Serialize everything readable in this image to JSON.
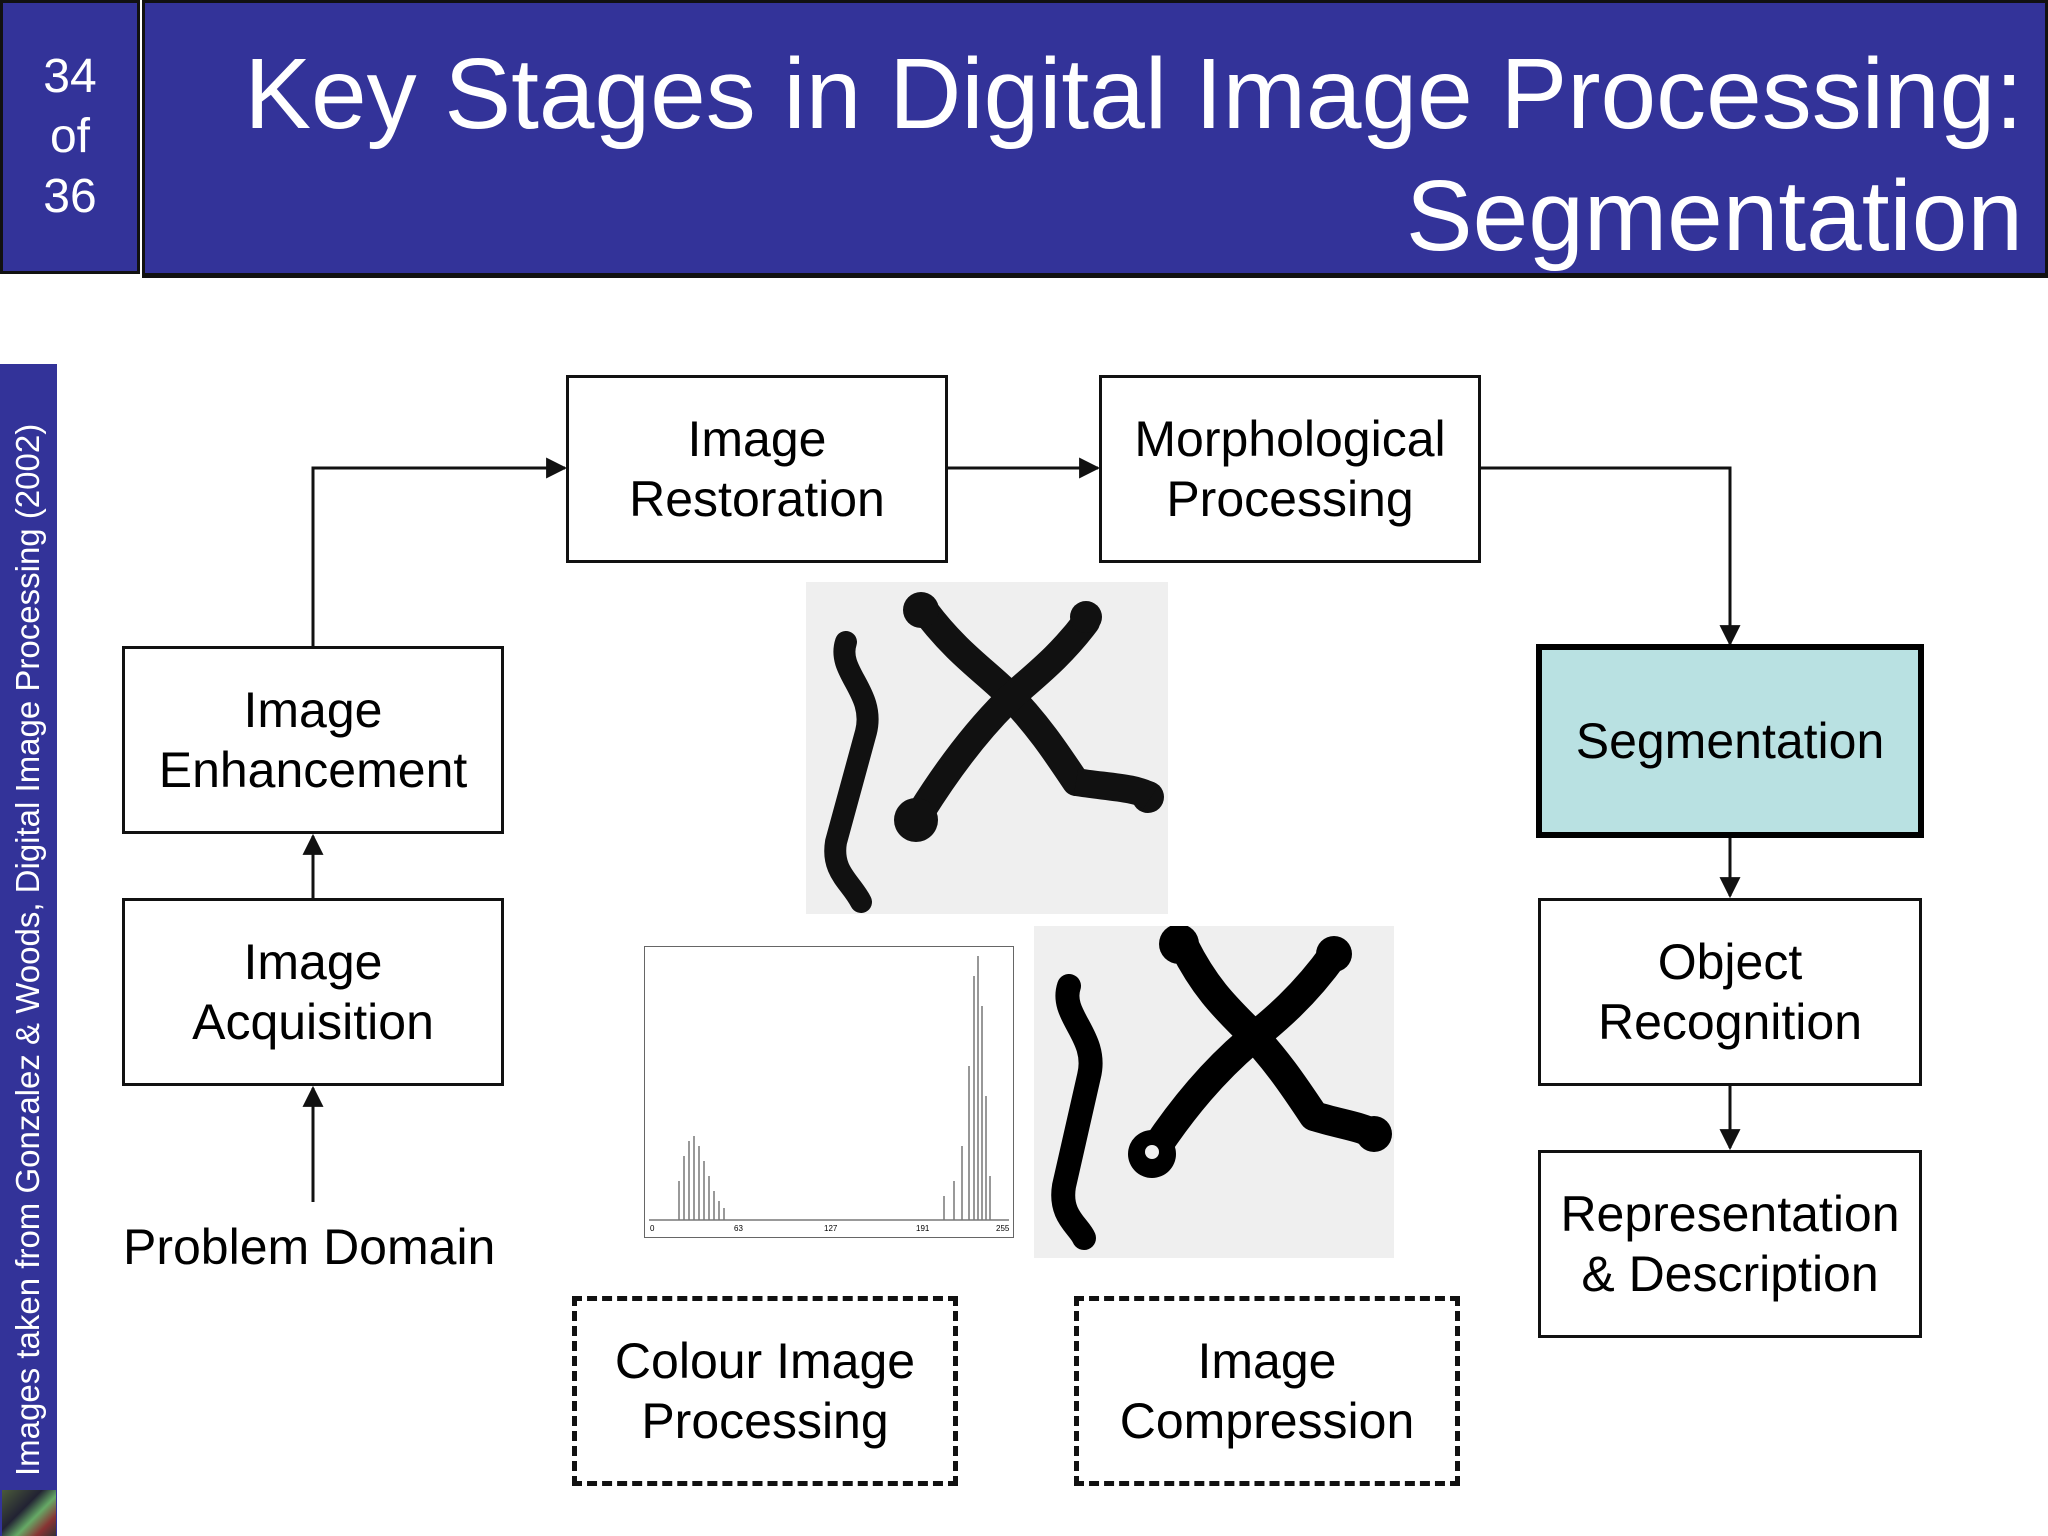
{
  "slide": {
    "number_current": "34",
    "number_of": "of",
    "number_total": "36",
    "title_line1": "Key Stages in Digital Image Processing:",
    "title_line2": "Segmentation",
    "side_caption": "Images taken from Gonzalez & Woods, Digital Image Processing (2002)"
  },
  "diagram": {
    "image_restoration": [
      "Image",
      "Restoration"
    ],
    "morphological_processing": [
      "Morphological",
      "Processing"
    ],
    "image_enhancement": [
      "Image",
      "Enhancement"
    ],
    "image_acquisition": [
      "Image",
      "Acquisition"
    ],
    "problem_domain": "Problem Domain",
    "segmentation": "Segmentation",
    "object_recognition": [
      "Object",
      "Recognition"
    ],
    "representation_description": [
      "Representation",
      "& Description"
    ],
    "colour_image_processing": [
      "Colour Image",
      "Processing"
    ],
    "image_compression": [
      "Image",
      "Compression"
    ],
    "histogram_ticks": [
      "0",
      "63",
      "127",
      "191",
      "255"
    ]
  },
  "colors": {
    "title_bg": "#333399",
    "highlight_bg": "#b9e1e2"
  }
}
